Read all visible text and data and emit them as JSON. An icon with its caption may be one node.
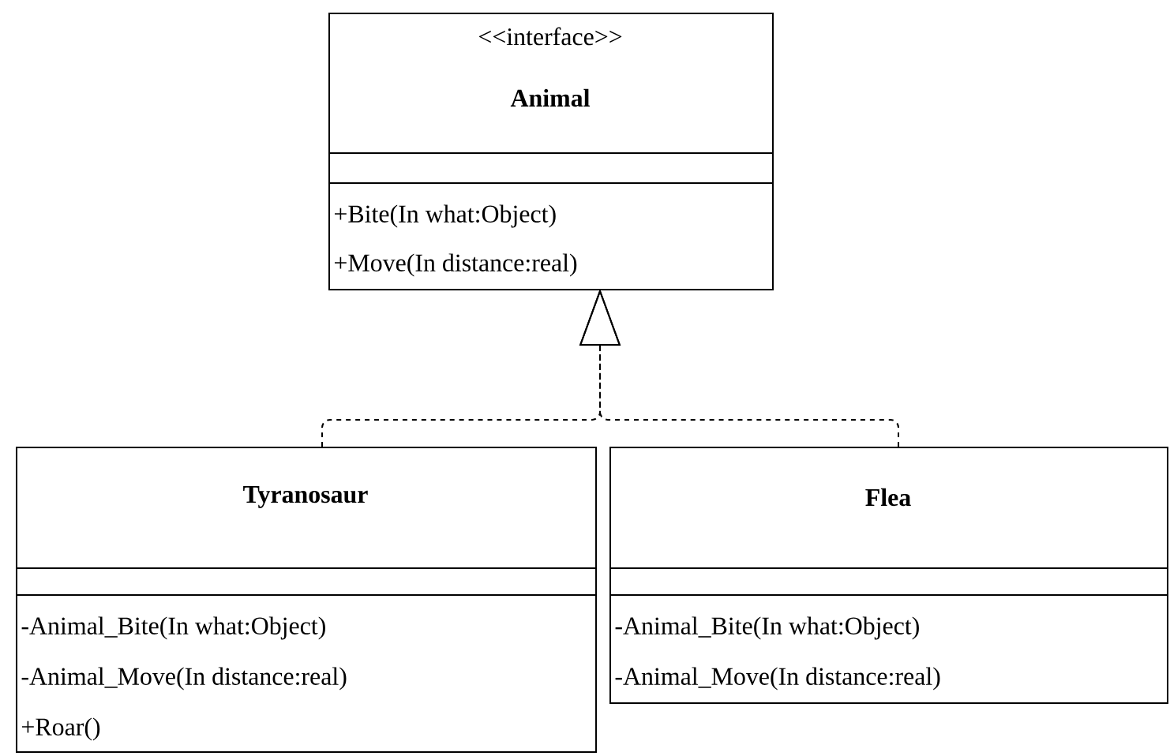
{
  "diagram": {
    "nodes": [
      {
        "text": [
          "<<interface>>",
          "Animal",
          "+Bite(In what:Object)",
          "+Move(In distance:real)"
        ]
      },
      {
        "text": [
          "Tyranosaur",
          "-Animal_Bite(In what:Object)",
          "-Animal_Move(In distance:real)",
          "+Roar()"
        ]
      },
      {
        "text": [
          "Flea",
          "-Animal_Bite(In what:Object)",
          "-Animal_Move(In distance:real)"
        ]
      }
    ],
    "edges": [
      {
        "from": 1,
        "to": 0,
        "arrow": "to",
        "style": "dashed"
      },
      {
        "from": 2,
        "to": 0,
        "arrow": "to",
        "style": "dashed"
      }
    ]
  }
}
